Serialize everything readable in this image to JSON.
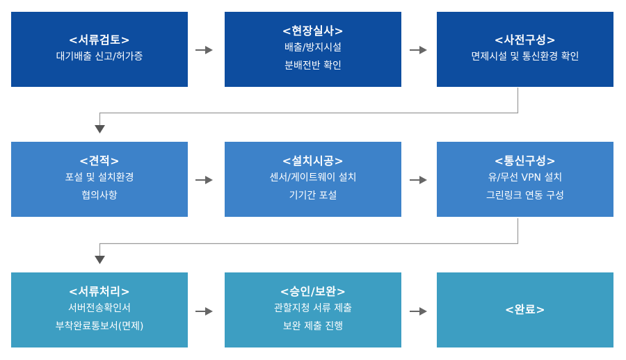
{
  "colors": {
    "row1": "#0d4d9f",
    "row2": "#3d82c9",
    "row3": "#3d9ec2",
    "arrow": "#666666",
    "connector": "#9a9a9a"
  },
  "steps": [
    {
      "title": "<서류검토>",
      "lines": [
        "대기배출 신고/허가증"
      ]
    },
    {
      "title": "<현장실사>",
      "lines": [
        "배출/방지시설",
        "분배전반 확인"
      ]
    },
    {
      "title": "<사전구성>",
      "lines": [
        "면제시설 및 통신환경 확인"
      ]
    },
    {
      "title": "<견적>",
      "lines": [
        "포설 및 설치환경",
        "협의사항"
      ]
    },
    {
      "title": "<설치시공>",
      "lines": [
        "센서/게이트웨이 설치",
        "기기간 포설"
      ]
    },
    {
      "title": "<통신구성>",
      "lines": [
        "유/무선 VPN 설치",
        "그린링크 연동 구성"
      ]
    },
    {
      "title": "<서류처리>",
      "lines": [
        "서버전송확인서",
        "부착완료통보서(면제)"
      ]
    },
    {
      "title": "<승인/보완>",
      "lines": [
        "관할지청 서류 제출",
        "보완 제출 진행"
      ]
    },
    {
      "title": "<완료>",
      "lines": []
    }
  ]
}
